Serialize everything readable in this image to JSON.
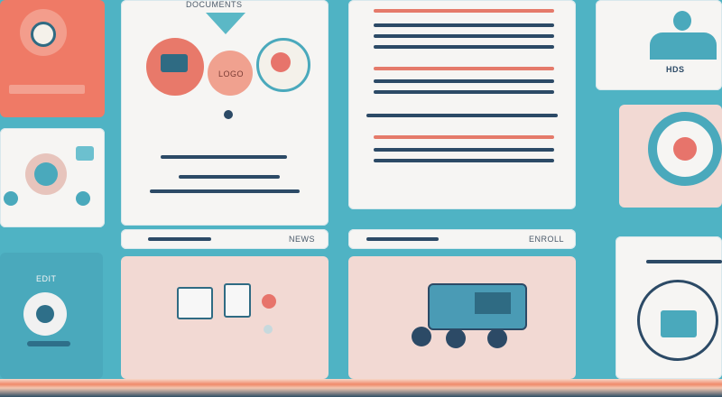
{
  "panels": {
    "top_center_label": "DOCUMENTS",
    "center_badge_label": "LOGO",
    "tab_strip_center_label": "NEWS",
    "tab_strip_right_label": "ENROLL",
    "right_top_label": "HDS",
    "left_bottom_label": "EDIT"
  },
  "colors": {
    "background": "#4fb3c4",
    "coral": "#ef7a66",
    "teal": "#4aa9bc",
    "navy": "#2c4a66",
    "cream": "#f6f5f3",
    "pink": "#f2d9d3"
  }
}
